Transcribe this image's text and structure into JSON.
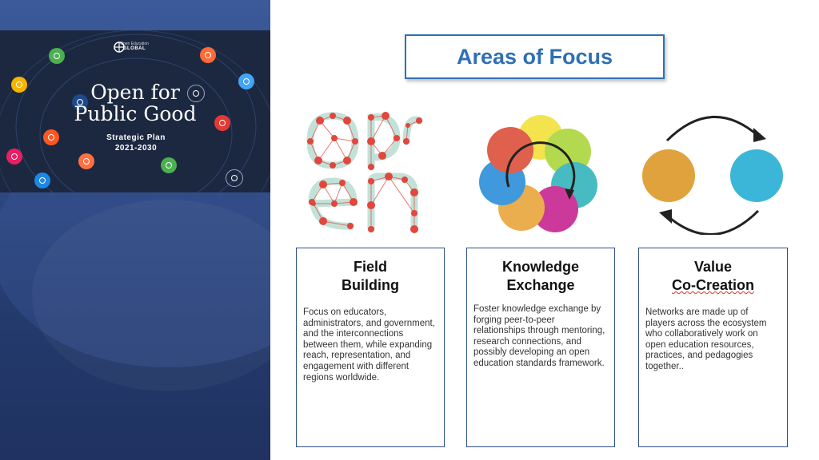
{
  "cover": {
    "org_line1": "Open Education",
    "org_line2": "GLOBAL",
    "title_line1": "Open for",
    "title_line2": "Public Good",
    "subtitle_line1": "Strategic Plan",
    "subtitle_line2": "2021-2030",
    "icon_colors": [
      "#4caf50",
      "#ff6b35",
      "#f4b400",
      "#2196f3",
      "#e91e63",
      "#ff5722",
      "#ff7043",
      "#4caf50",
      "#9c27b0",
      "#42a5f5",
      "#e53935",
      "#1e88e5"
    ]
  },
  "slide": {
    "title": "Areas of Focus",
    "cards": [
      {
        "title_line1": "Field",
        "title_line2": "Building",
        "body": "Focus on educators, administrators, and government, and the interconnections between them, while expanding reach, representation, and engagement with different regions worldwide."
      },
      {
        "title_line1": "Knowledge",
        "title_line2": "Exchange",
        "body": "Foster knowledge exchange by forging peer-to-peer relationships through mentoring, research connections, and possibly developing an open education standards framework."
      },
      {
        "title_line1": "Value",
        "title_line2": "Co-Creation",
        "body": "Networks are made up of players across the ecosystem who collaboratively work on open education resources, practices, and pedagogies together.."
      }
    ],
    "colors": {
      "accent": "#2f6fb6",
      "card_border": "#2e4f8e",
      "circle_orange": "#e0a23c",
      "circle_blue": "#3cb6d8"
    }
  }
}
